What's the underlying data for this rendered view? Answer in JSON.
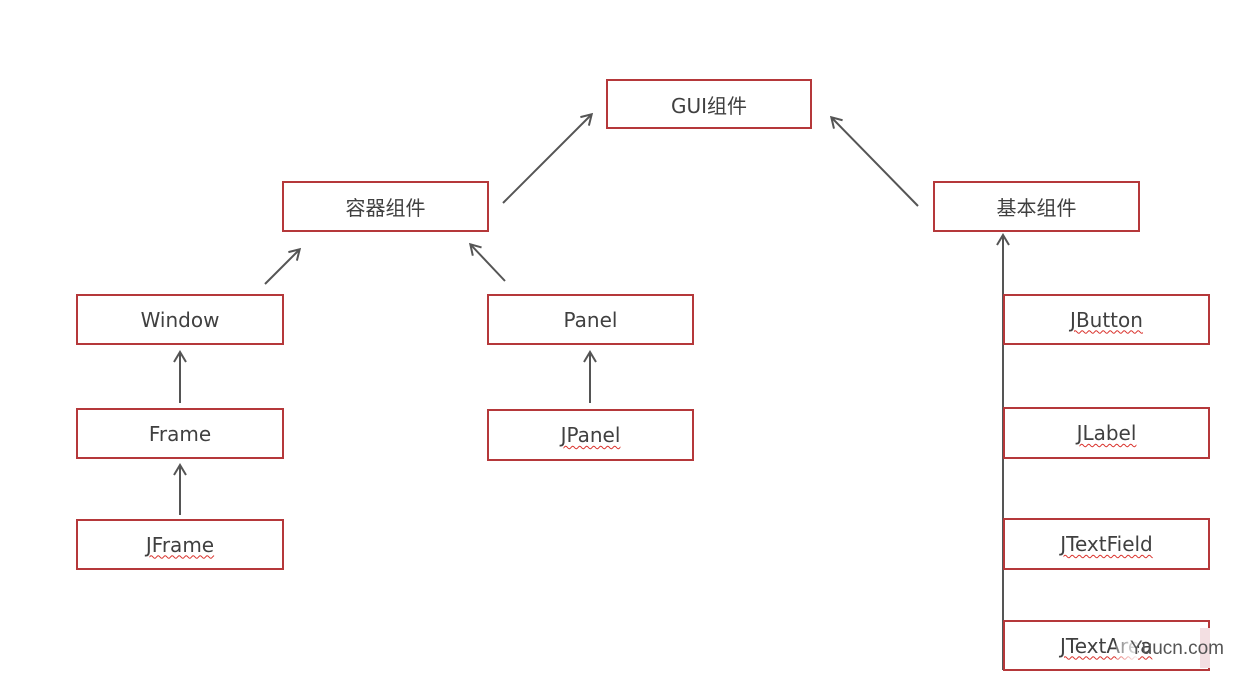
{
  "nodes": {
    "gui_component": "GUI组件",
    "container_component": "容器组件",
    "basic_component": "基本组件",
    "window": "Window",
    "frame": "Frame",
    "jframe": "JFrame",
    "panel": "Panel",
    "jpanel": "JPanel",
    "jbutton": "JButton",
    "jlabel": "JLabel",
    "jtextfield": "JTextField",
    "jtextarea": "JTextArea"
  },
  "watermark": "Yuucn.com",
  "colors": {
    "box_border": "#b5383a",
    "arrow": "#555555",
    "spellcheck_underline": "#d9302a"
  },
  "edges": [
    {
      "from": "container_component",
      "to": "gui_component"
    },
    {
      "from": "basic_component",
      "to": "gui_component"
    },
    {
      "from": "window",
      "to": "container_component"
    },
    {
      "from": "panel",
      "to": "container_component"
    },
    {
      "from": "frame",
      "to": "window"
    },
    {
      "from": "jframe",
      "to": "frame"
    },
    {
      "from": "jpanel",
      "to": "panel"
    },
    {
      "from": "jbutton",
      "to": "basic_component"
    },
    {
      "from": "jlabel",
      "to": "basic_component"
    },
    {
      "from": "jtextfield",
      "to": "basic_component"
    },
    {
      "from": "jtextarea",
      "to": "basic_component"
    }
  ]
}
